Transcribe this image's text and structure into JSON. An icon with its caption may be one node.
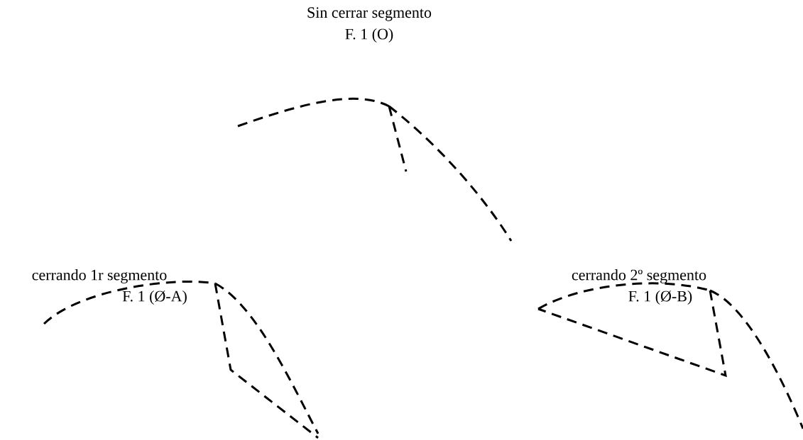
{
  "diagram": {
    "labels": [
      "Sin cerrar segmento",
      "F. 1 (O)",
      "cerrando 1r segmento",
      "F. 1 (Ø-A)",
      "cerrando 2º segmento",
      "F. 1 (Ø-B)"
    ]
  }
}
